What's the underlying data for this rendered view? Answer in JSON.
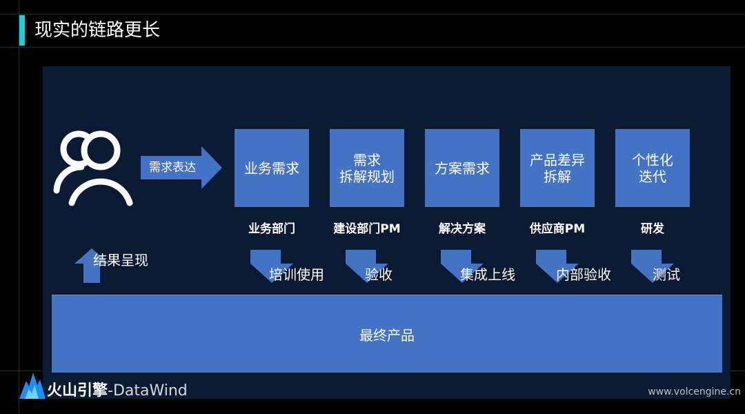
{
  "title": "现实的链路更长",
  "flow": {
    "input_label": "需求表达",
    "stages": [
      {
        "box": "业务需求",
        "role": "业务部门",
        "feedback": "培训使用"
      },
      {
        "box": "需求\n拆解规划",
        "role": "建设部门PM",
        "feedback": "验收"
      },
      {
        "box": "方案需求",
        "role": "解决方案",
        "feedback": "集成上线"
      },
      {
        "box": "产品差异\n拆解",
        "role": "供应商PM",
        "feedback": "内部验收"
      },
      {
        "box": "个性化\n迭代",
        "role": "研发",
        "feedback": "测试"
      }
    ],
    "result_label": "结果呈现",
    "product_label": "最终产品"
  },
  "footer": {
    "brand_cn": "火山引擎",
    "brand_en": "-DataWind",
    "site": "www.volcengine.cn"
  },
  "colors": {
    "background": "#000000",
    "panel": "#0b1a33",
    "box": "#4472c4",
    "accent": "#18d0d8"
  }
}
